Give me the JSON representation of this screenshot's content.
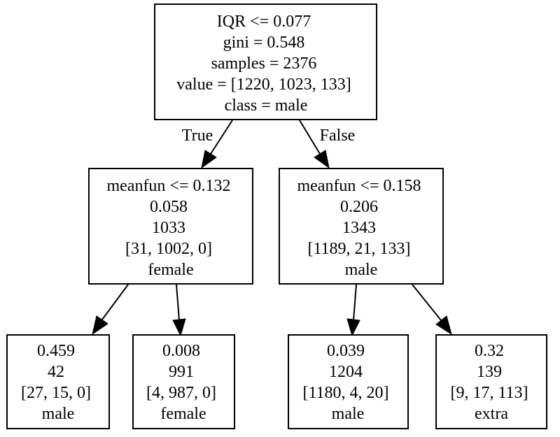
{
  "tree": {
    "nodes": [
      {
        "id": "root",
        "lines": [
          "IQR <= 0.077",
          "gini = 0.548",
          "samples = 2376",
          "value = [1220, 1023, 133]",
          "class = male"
        ]
      },
      {
        "id": "left",
        "lines": [
          "meanfun <= 0.132",
          "0.058",
          "1033",
          "[31, 1002, 0]",
          "female"
        ]
      },
      {
        "id": "right",
        "lines": [
          "meanfun <= 0.158",
          "0.206",
          "1343",
          "[1189, 21, 133]",
          "male"
        ]
      },
      {
        "id": "ll",
        "lines": [
          "0.459",
          "42",
          "[27, 15, 0]",
          "male"
        ]
      },
      {
        "id": "lr",
        "lines": [
          "0.008",
          "991",
          "[4, 987, 0]",
          "female"
        ]
      },
      {
        "id": "rl",
        "lines": [
          "0.039",
          "1204",
          "[1180, 4, 20]",
          "male"
        ]
      },
      {
        "id": "rr",
        "lines": [
          "0.32",
          "139",
          "[9, 17, 113]",
          "extra"
        ]
      }
    ],
    "edges": [
      {
        "from": "root",
        "to": "left",
        "label": "True"
      },
      {
        "from": "root",
        "to": "right",
        "label": "False"
      },
      {
        "from": "left",
        "to": "ll",
        "label": ""
      },
      {
        "from": "left",
        "to": "lr",
        "label": ""
      },
      {
        "from": "right",
        "to": "rl",
        "label": ""
      },
      {
        "from": "right",
        "to": "rr",
        "label": ""
      }
    ]
  }
}
